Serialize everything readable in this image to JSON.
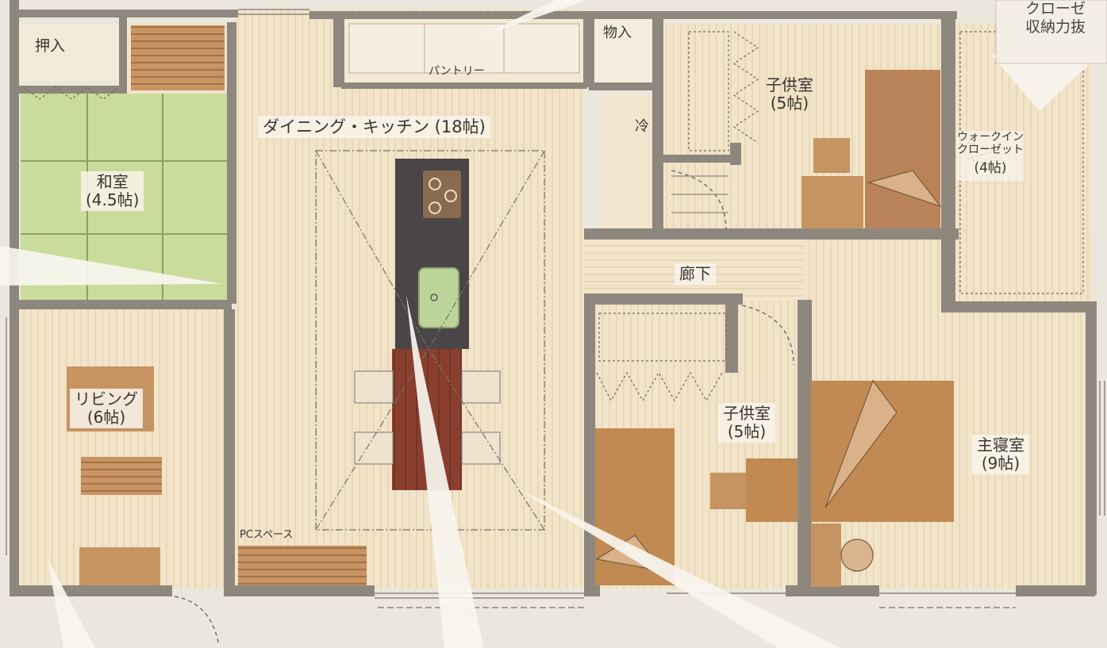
{
  "labels": {
    "oshiire": "押入",
    "washitsu": "和室",
    "washitsu_size": "(4.5帖)",
    "living": "リビング",
    "living_size": "(6帖)",
    "pantry": "パントリー",
    "monoire": "物入",
    "dining_kitchen": "ダイニング・キッチン (18帖)",
    "fridge": "冷",
    "pc_space": "PCスペース",
    "corridor": "廊下",
    "kodomo1": "子供室",
    "kodomo1_size": "(5帖)",
    "kodomo2": "子供室",
    "kodomo2_size": "(5帖)",
    "walkin_1": "ウォークイン",
    "walkin_2": "クローゼット",
    "walkin_size": "(4帖)",
    "shushinshitsu": "主寝室",
    "shushinshitsu_size": "(9帖)",
    "callout_line1": "クローゼ",
    "callout_line2": "収納力抜"
  },
  "colors": {
    "paper": "#ece7dc",
    "floor": "#f1e3c8",
    "wall": "#8e877e",
    "tatami": "#c8dc9a",
    "wood_furniture": "#c08a52",
    "dark_wood": "#7a3a2c",
    "counter": "#4a4648"
  }
}
